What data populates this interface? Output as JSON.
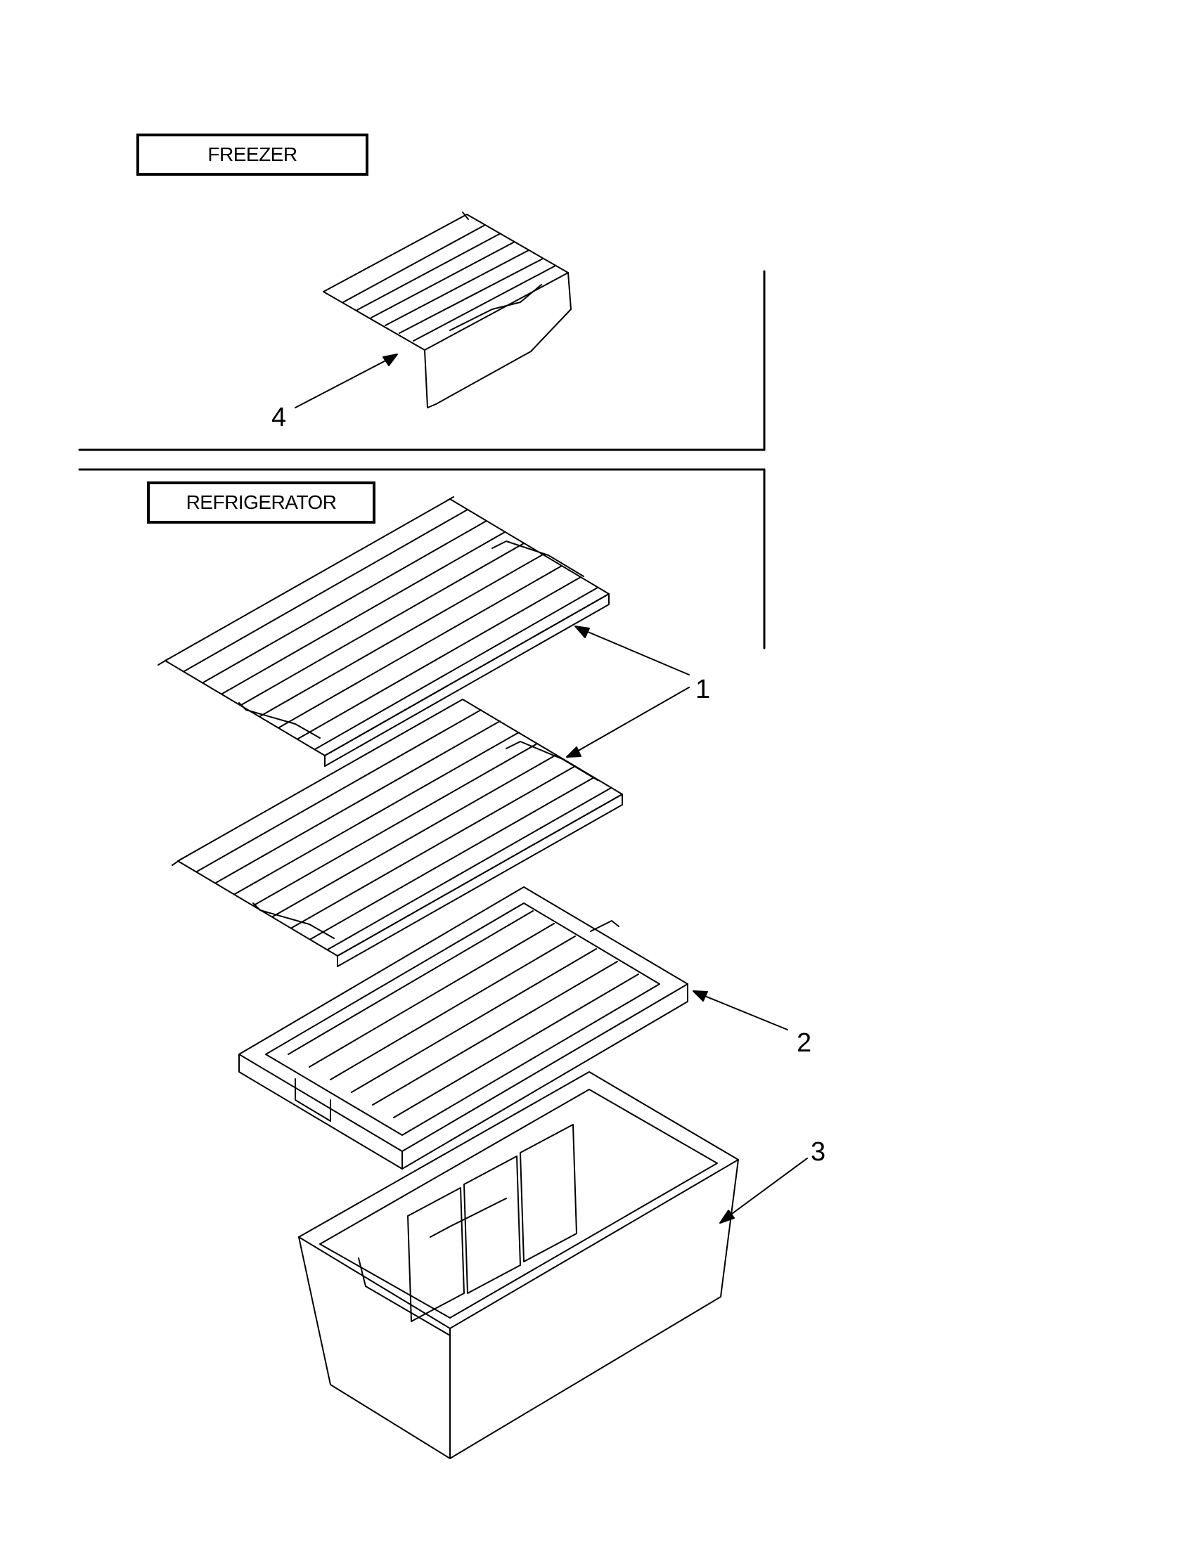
{
  "sections": {
    "freezer": {
      "label": "FREEZER"
    },
    "refrigerator": {
      "label": "REFRIGERATOR"
    }
  },
  "callouts": [
    {
      "id": "1",
      "label": "1",
      "part": "wire shelf"
    },
    {
      "id": "2",
      "label": "2",
      "part": "crisper cover"
    },
    {
      "id": "3",
      "label": "3",
      "part": "crisper pan"
    },
    {
      "id": "4",
      "label": "4",
      "part": "freezer shelf"
    }
  ],
  "colors": {
    "line": "#000000",
    "background": "#ffffff"
  }
}
